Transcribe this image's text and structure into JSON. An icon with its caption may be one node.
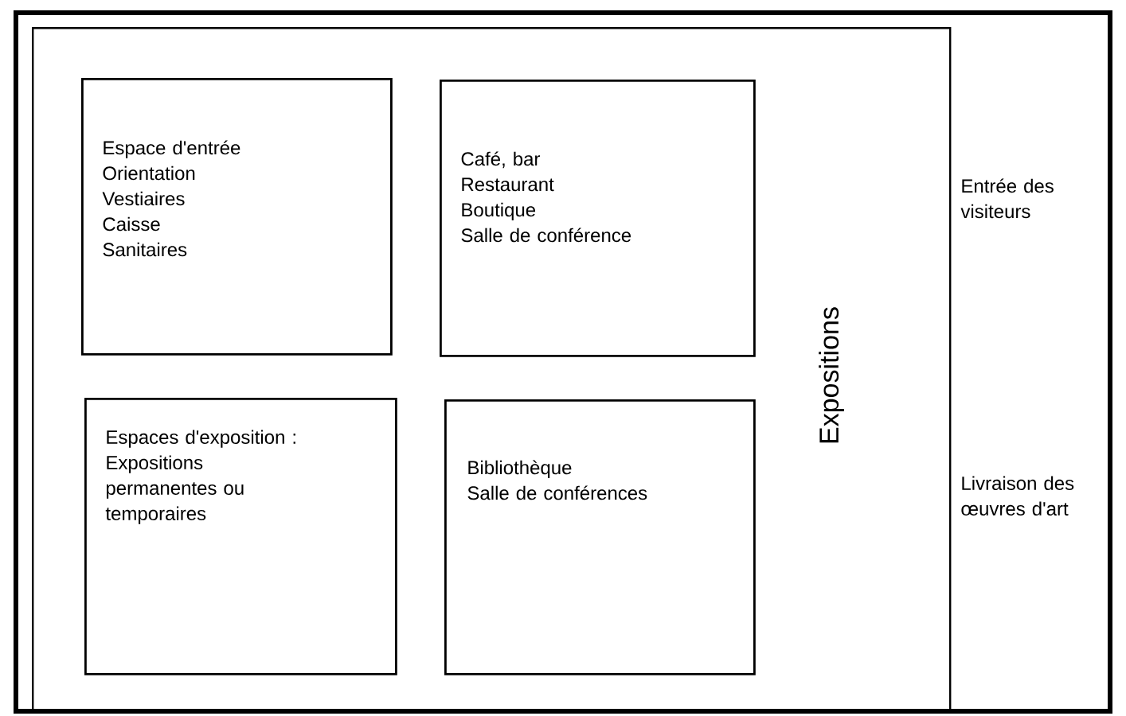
{
  "diagram": {
    "nodes": [
      {
        "text": [
          "Expositions"
        ]
      },
      {
        "text": [
          "Espace d'entrée",
          "Orientation",
          "Vestiaires",
          "Caisse",
          "Sanitaires"
        ],
        "in": 0
      },
      {
        "text": [
          "Café, bar",
          "Restaurant",
          "Boutique",
          "Salle de conférence"
        ],
        "in": 0
      },
      {
        "text": [
          "Espaces d'exposition :",
          "Expositions permanentes ou temporaires"
        ],
        "in": 0
      },
      {
        "text": [
          "Bibliothèque",
          "Salle de conférences"
        ],
        "in": 0
      }
    ],
    "labels": [
      "Entrée des visiteurs",
      "Livraison des œuvres d'art"
    ]
  }
}
